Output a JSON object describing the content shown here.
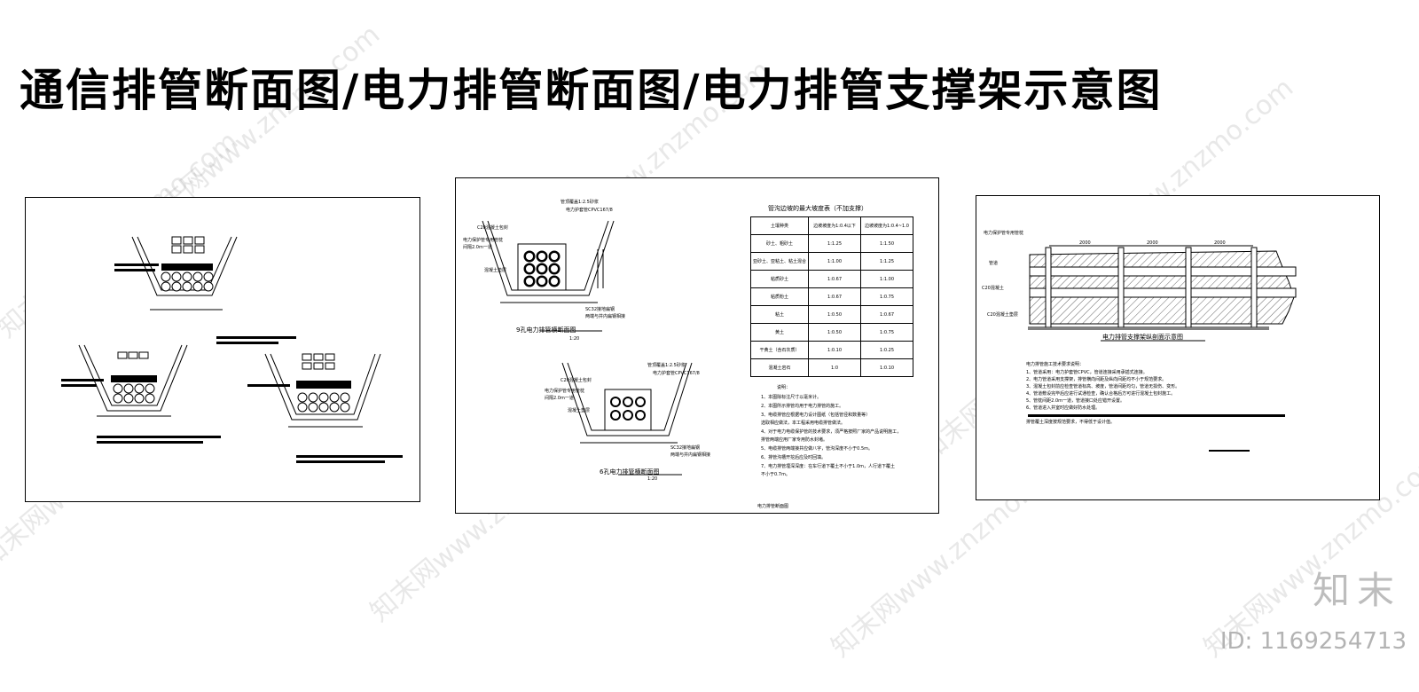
{
  "page": {
    "title": "通信排管断面图/电力排管断面图/电力排管支撑架示意图"
  },
  "panel2": {
    "labels": {
      "a1": "管顶覆盖1:2.5砂浆",
      "a2": "电力护套管CPVC167/8",
      "a3": "C20混凝土包封",
      "a4": "电力保护管专用管枕",
      "a5": "间隔2.0m一道",
      "a6": "混凝土垫层",
      "a7": "SC32接地扁钢",
      "a8": "两端与井内扁钢相接",
      "b1": "管顶覆盖1:2.5砂浆",
      "b2": "电力护套管CPVC167/8",
      "b3": "C20混凝土包封",
      "b4": "电力保护管专用管枕",
      "b5": "间隔2.0m一道",
      "b6": "混凝土垫层",
      "b7": "SC32接地扁钢",
      "b8": "两端与井内扁钢相接"
    },
    "caption1": "9孔电力排管横断面图",
    "scale1": "1:20",
    "caption2": "6孔电力排管横断面图",
    "scale2": "1:20",
    "table_title": "管沟边坡的最大坡度表（不加支撑）",
    "table_header": [
      "土壤种类",
      "边坡坡度为1:0.4以下",
      "边坡坡度为1:0.4~1.0"
    ],
    "table_rows": [
      [
        "砂土、粗砂土",
        "1:1.25",
        "1:1.50"
      ],
      [
        "亚砂土、亚粘土、粘土混合",
        "1:1.00",
        "1:1.25"
      ],
      [
        "粘质砂土",
        "1:0.67",
        "1:1.00"
      ],
      [
        "粘质粉土",
        "1:0.67",
        "1:0.75"
      ],
      [
        "粘土",
        "1:0.50",
        "1:0.67"
      ],
      [
        "黄土",
        "1:0.50",
        "1:0.75"
      ],
      [
        "干黄土（含石灰质）",
        "1:0.10",
        "1:0.25"
      ],
      [
        "混凝土岩石",
        "1:0",
        "1:0.10"
      ]
    ],
    "notes_title": "说明：",
    "notes": [
      "1、本图除标注尺寸以毫米计。",
      "2、本图所示排管均用于电力排管的施工。",
      "3、电缆排管应根据电力设计图纸（包括管径和数量等）",
      "   选取相应做法，本工程采用电缆排管做法。",
      "4、对于电力电缆保护管的技术要求，须严格按照厂家的产品说明施工，",
      "   排管两端应用厂家专用防水封堵。",
      "5、电缆排管两端接井应做八字，管沟深度不小于0.5m。",
      "6、排管沟槽开挖后应及时回填。",
      "7、电力排管埋深深度：在车行道下覆土不小于1.0m，人行道下覆土",
      "   不小于0.7m。"
    ],
    "footer": "电力排管断面图"
  },
  "panel3": {
    "caption": "电力排管支撑架纵剖面示意图",
    "dims": [
      "2000",
      "2000",
      "2000"
    ],
    "left_labels": [
      "电力保护管专用管枕",
      "管道",
      "C20混凝土",
      "C20混凝土垫层"
    ],
    "notes_title": "电力排管施工技术要求说明：",
    "notes": [
      "1、管道采用：电力护套管CPVC，管道连接采用承插式连接。",
      "2、电力管道采用支撑架，排管横向间距及纵向间距均不小于规范要求。",
      "3、混凝土包封前应检查管道标高、坡度，管道间距均匀，管道无损伤、变形。",
      "4、管道敷设完毕后应进行试通检查，确认合格后方可进行混凝土包封施工。",
      "5、管枕间距2.0m一道，管道接口处应错开设置。",
      "6、管道进入井室时应做好防水处理。"
    ],
    "emph": "排管覆土深度按规范要求，不得低于设计值。"
  },
  "watermark": {
    "site": "知末网www.znzmo.com",
    "brand": "知末",
    "id": "ID: 1169254713"
  }
}
